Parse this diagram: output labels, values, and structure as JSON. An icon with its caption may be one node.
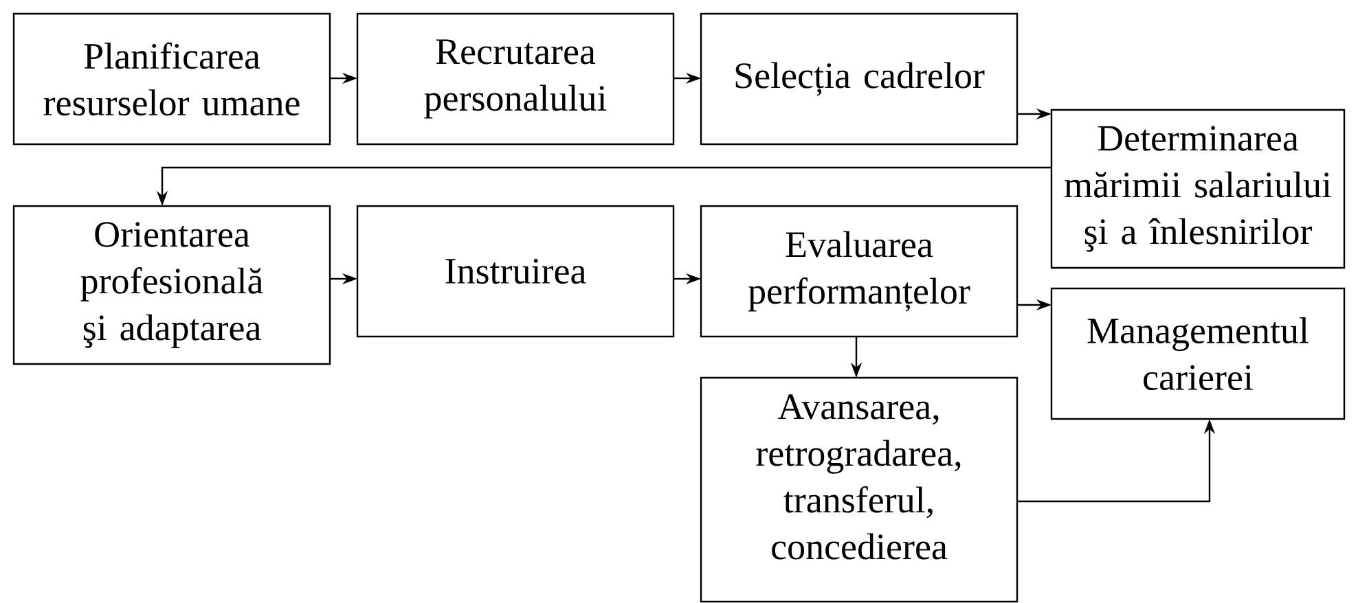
{
  "diagram": {
    "nodes": [
      {
        "text": [
          "Planificarea resurselor umane"
        ]
      },
      {
        "text": [
          "Recrutarea personalului"
        ]
      },
      {
        "text": [
          "Selecția cadrelor"
        ]
      },
      {
        "text": [
          "Determinarea mărimii salariului şi a înlesnirilor"
        ]
      },
      {
        "text": [
          "Orientarea profesională şi adaptarea"
        ]
      },
      {
        "text": [
          "Instruirea"
        ]
      },
      {
        "text": [
          "Evaluarea performanțelor"
        ]
      },
      {
        "text": [
          "Managementul carierei"
        ]
      },
      {
        "text": [
          "Avansarea, retrogradarea, transferul, concedierea"
        ]
      }
    ],
    "edges": [
      {
        "from": 0,
        "to": 1,
        "arrow": "to"
      },
      {
        "from": 1,
        "to": 2,
        "arrow": "to"
      },
      {
        "from": 2,
        "to": 3,
        "arrow": "to"
      },
      {
        "from": 3,
        "to": 4,
        "arrow": "to"
      },
      {
        "from": 4,
        "to": 5,
        "arrow": "to"
      },
      {
        "from": 5,
        "to": 6,
        "arrow": "to"
      },
      {
        "from": 6,
        "to": 7,
        "arrow": "to"
      },
      {
        "from": 6,
        "to": 8,
        "arrow": "to"
      },
      {
        "from": 8,
        "to": 7,
        "arrow": "to"
      }
    ]
  }
}
